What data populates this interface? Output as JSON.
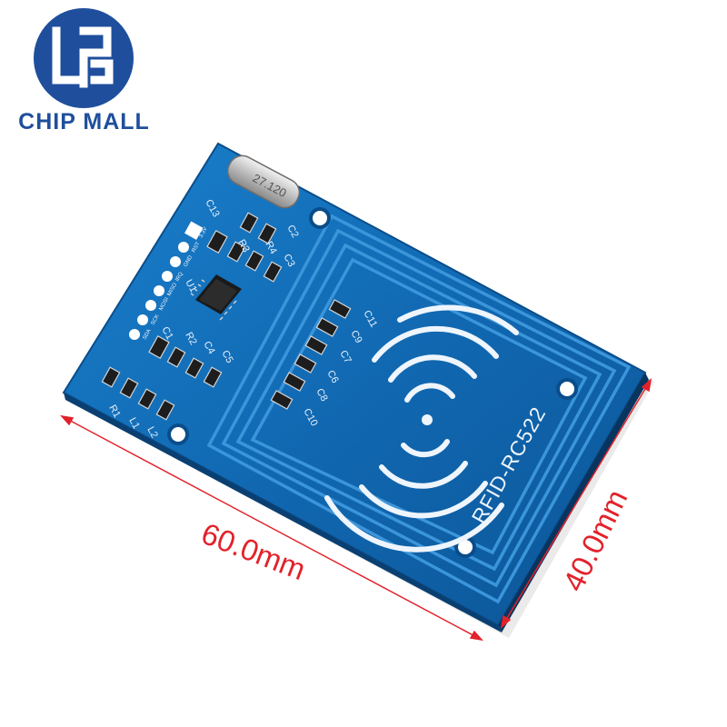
{
  "brand": {
    "name": "CHIP MALL",
    "logo_color": "#1f4f9c"
  },
  "board": {
    "model_label": "RFID-RC522",
    "crystal_label": "27.120",
    "pcb_color": "#1169b2",
    "silkscreen_color": "#e9f1fb",
    "component_labels": [
      "C13",
      "C2",
      "R3",
      "R4",
      "C3",
      "U1",
      "C1",
      "R2",
      "C4",
      "C5",
      "R1",
      "L1",
      "L2",
      "C11",
      "C9",
      "C7",
      "C6",
      "C8",
      "C10"
    ],
    "pin_labels": [
      "3.3V",
      "RST",
      "GND",
      "IRQ",
      "MISO",
      "MOSI",
      "SCK",
      "SDA"
    ]
  },
  "dimensions": {
    "width_label": "60.0mm",
    "height_label": "40.0mm",
    "color": "#e2222a"
  }
}
